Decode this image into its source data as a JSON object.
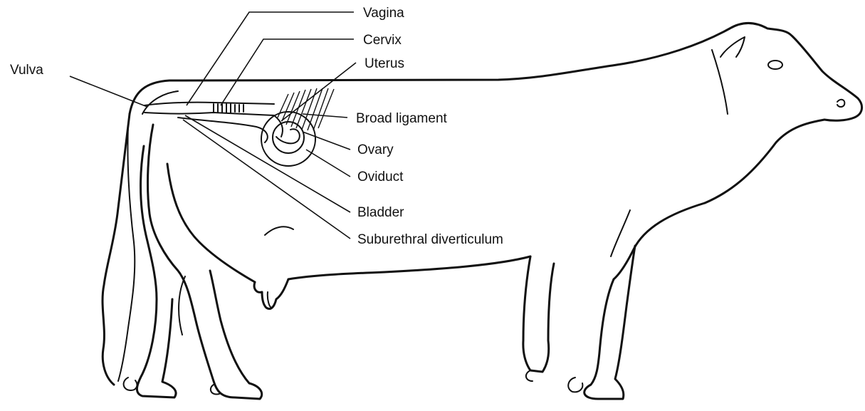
{
  "diagram": {
    "labels": {
      "vagina": "Vagina",
      "cervix": "Cervix",
      "uterus": "Uterus",
      "vulva": "Vulva",
      "broad_ligament": "Broad ligament",
      "ovary": "Ovary",
      "oviduct": "Oviduct",
      "bladder": "Bladder",
      "suburethral_diverticulum": "Suburethral diverticulum"
    },
    "line_color": "#111111",
    "background_color": "#ffffff"
  }
}
